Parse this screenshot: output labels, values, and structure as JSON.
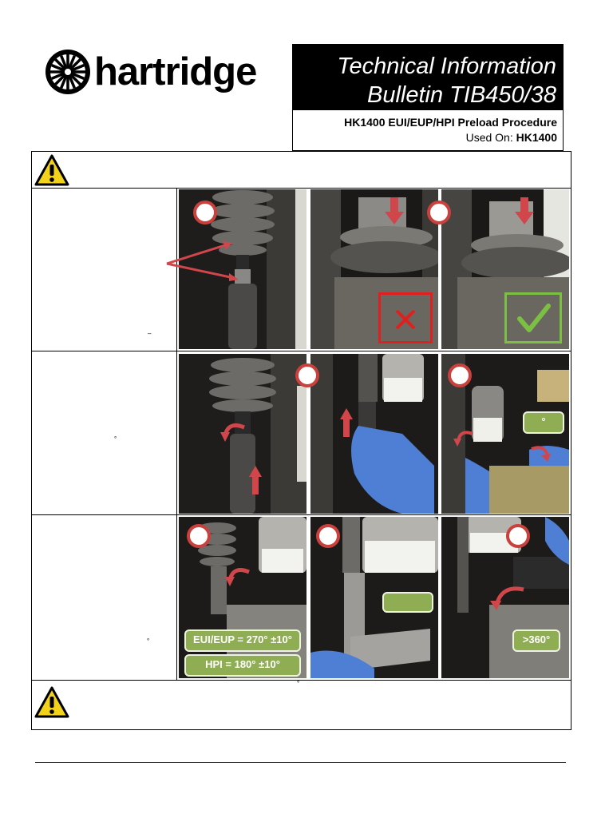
{
  "header": {
    "logo_text": "hartridge",
    "bulletin_line1": "Technical Information",
    "bulletin_line2": "Bulletin TIB450/38",
    "subtitle": "HK1400 EUI/EUP/HPI Preload Procedure",
    "used_on_label": "Used On: ",
    "used_on_value": "HK1400"
  },
  "rows": [
    {
      "step_marks": [
        "–"
      ]
    },
    {
      "step_marks": [
        "°"
      ],
      "callout": "°"
    },
    {
      "step_marks": [
        "°"
      ],
      "callouts": {
        "eui_eup": "EUI/EUP = 270° ±10°",
        "hpi": "HPI = 180° ±10°",
        "angle": ">360°"
      }
    }
  ],
  "bottom_mark": "°",
  "colors": {
    "accent_red": "#c9403c",
    "accent_green": "#8fae53",
    "warning_yellow": "#f3d21b"
  },
  "icons": [
    "hartridge-logo-icon",
    "warning-triangle-icon",
    "cross-icon",
    "check-icon",
    "arrow-icon"
  ]
}
